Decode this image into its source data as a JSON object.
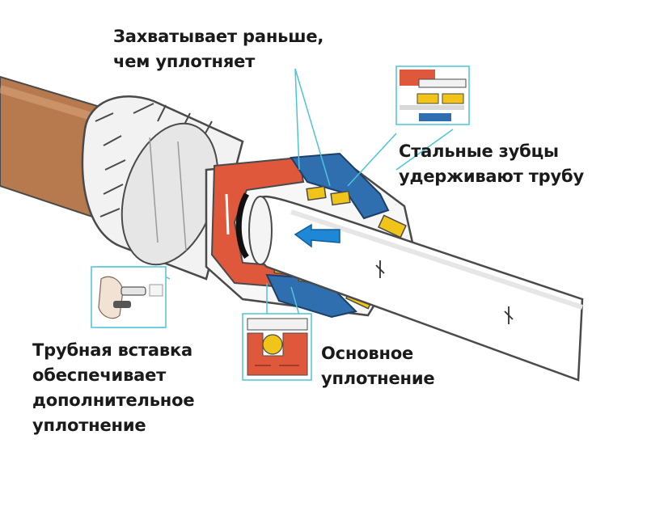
{
  "labels": {
    "top": [
      "Захватывает раньше,",
      "чем уплотняет"
    ],
    "right": [
      "Стальные зубцы",
      "удерживают трубу"
    ],
    "left": [
      "Трубная вставка",
      "обеспечивает",
      "дополнительное",
      "уплотнение"
    ],
    "bottom": [
      "Основное",
      "уплотнение"
    ]
  },
  "colors": {
    "copper_pipe": "#b77a4e",
    "fitting_body": "#f2f2f2",
    "outline": "#4a4a4a",
    "insert_red": "#e0583b",
    "collet_blue": "#2f6fb0",
    "teeth_yellow": "#f0c419",
    "arrow_blue": "#1e88d6",
    "leader_line": "#4cc4d8"
  },
  "icons": [
    "flow-arrow-icon",
    "pipe-marking-icon"
  ]
}
